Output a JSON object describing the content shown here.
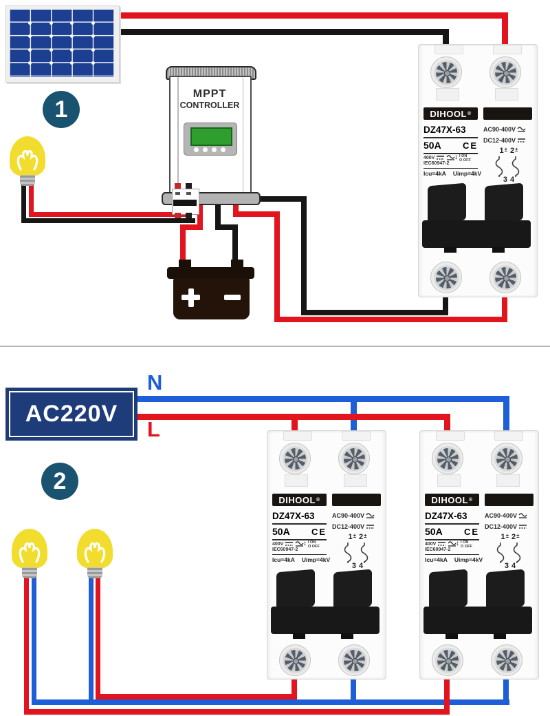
{
  "section1": {
    "badge": "1",
    "controller": {
      "line1": "MPPT",
      "line2": "CONTROLLER"
    },
    "battery": {
      "plus": "+",
      "minus": "−"
    }
  },
  "section2": {
    "badge": "2",
    "source_label": "AC220V",
    "neutral_label": "N",
    "live_label": "L"
  },
  "breaker": {
    "brand": "DIHOOL",
    "reg": "®",
    "model": "DZ47X-63",
    "current": "50A",
    "ce": "CE",
    "volts": "400V",
    "on_label": "I ON",
    "off_label": "O OFF",
    "arrow": "↕",
    "std": "IEC60947-2",
    "icu": "Icu=4kA",
    "uimp": "Uimp=4kV",
    "ac_range": "AC90-400V",
    "dc_range": "DC12-400V",
    "t1": "1",
    "t2": "2",
    "t3": "3",
    "t4": "4",
    "clamp": "±"
  },
  "colors": {
    "wire_red": "#e2141d",
    "wire_black": "#161616",
    "wire_blue": "#1e5ed6",
    "source_navy": "#1e3c7a",
    "badge_teal": "#1a5370",
    "bulb_yellow": "#f2dd2e",
    "panel_blue": "#1d3f92",
    "lcd_green": "#2f9e2f"
  }
}
